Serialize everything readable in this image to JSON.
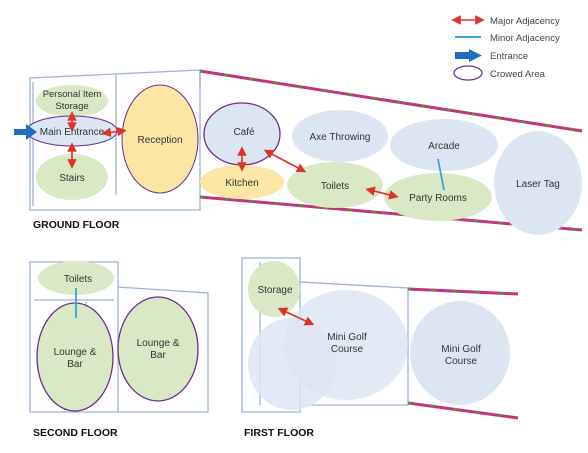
{
  "legend": {
    "major_adjacency": "Major Adjacency",
    "minor_adjacency": "Minor Adjacency",
    "entrance": "Entrance",
    "crowded_area": "Crowed Area"
  },
  "colors": {
    "major": "#e0322b",
    "minor": "#35a7d8",
    "entrance": "#1e6fc0",
    "crowd_outline": "#6b2e8f",
    "green_zone": "#d9e9c6",
    "blue_zone": "#dce6f3",
    "yellow_zone": "#fbe6a6",
    "wall_pink": "#c0357e",
    "wall_green": "#4d9b3c"
  },
  "floors": {
    "ground": "GROUND FLOOR",
    "second": "SECOND FLOOR",
    "first": "FIRST FLOOR"
  },
  "rooms": {
    "personal_storage_line1": "Personal Item",
    "personal_storage_line2": "Storage",
    "main_entrance": "Main Entrance",
    "stairs": "Stairs",
    "reception": "Reception",
    "cafe": "Café",
    "kitchen": "Kitchen",
    "axe_throwing": "Axe Throwing",
    "arcade": "Arcade",
    "toilets_ground": "Toilets",
    "party_rooms": "Party Rooms",
    "laser_tag": "Laser Tag",
    "toilets_second": "Toilets",
    "lounge_bar_1_line1": "Lounge &",
    "lounge_bar_1_line2": "Bar",
    "lounge_bar_2_line1": "Lounge &",
    "lounge_bar_2_line2": "Bar",
    "storage_first": "Storage",
    "mini_golf_1_line1": "Mini Golf",
    "mini_golf_1_line2": "Course",
    "mini_golf_2_line1": "Mini Golf",
    "mini_golf_2_line2": "Course"
  }
}
